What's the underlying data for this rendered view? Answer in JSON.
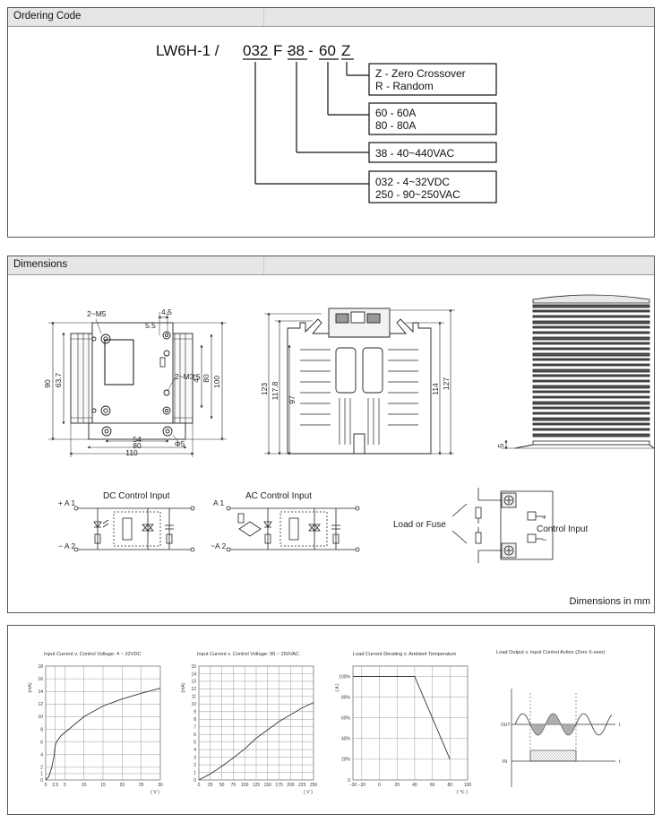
{
  "ordering": {
    "header": "Ordering Code",
    "code": {
      "prefix": "LW6H-1 /",
      "seg1": "032",
      "seg2": "F -",
      "seg3": "38",
      "dash2": "-",
      "seg4": "60",
      "seg5": "Z"
    },
    "boxes": [
      {
        "line1": "Z - Zero Crossover",
        "line2": "R - Random"
      },
      {
        "line1": "60 - 60A",
        "line2": "80 - 80A"
      },
      {
        "line1": "38 - 40~440VAC"
      },
      {
        "line1": "032 - 4~32VDC",
        "line2": "250 - 90~250VAC"
      }
    ]
  },
  "dimensions": {
    "header": "Dimensions",
    "footer": "Dimensions in mm",
    "front": {
      "screw1": "2~M5",
      "screw2": "2~M3.5",
      "w45": "4.5",
      "w55": "5.5",
      "h90": "90",
      "h637": "63.7",
      "h47": "47",
      "h80": "80",
      "h100": "100",
      "w54": "54",
      "w80": "80",
      "w110": "110",
      "d5": "Φ5"
    },
    "side": {
      "h123": "123",
      "h1178": "117.8",
      "h97": "97",
      "h114": "114",
      "h127": "127"
    },
    "end": {
      "h5": "5"
    },
    "dc_title": "DC Control Input",
    "ac_title": "AC Control Input",
    "a1": "+ A 1",
    "a2": "− A 2",
    "a1ac": "A 1",
    "a2ac": "~A 2",
    "load": "Load or Fuse",
    "control": "Control Input",
    "plus": "+",
    "minus": "−"
  },
  "chart_data": [
    {
      "type": "line",
      "title": "Input Current v. Control Voltage: 4 ~ 32VDC",
      "xlabel": "( V )",
      "ylabel": "(mA)",
      "xlim": [
        0,
        30
      ],
      "ylim": [
        0,
        18
      ],
      "xticks": [
        "0",
        "2.5",
        "5",
        "10",
        "15",
        "20",
        "25",
        "30"
      ],
      "yticks": [
        "0",
        "1",
        "2",
        "4",
        "6",
        "8",
        "10",
        "12",
        "14",
        "16",
        "18"
      ],
      "x": [
        0,
        0.8,
        1.6,
        2.2,
        2.5,
        3,
        4,
        6,
        10,
        15,
        20,
        25,
        30
      ],
      "y": [
        0,
        0.5,
        2.0,
        3.8,
        5.5,
        6.2,
        7.0,
        8.0,
        10.0,
        11.7,
        12.8,
        13.7,
        14.5
      ]
    },
    {
      "type": "line",
      "title": "Input Current v. Control Voltage: 90 ~ 250VAC",
      "xlabel": "( V )",
      "ylabel": "(mA)",
      "xlim": [
        0,
        250
      ],
      "ylim": [
        0,
        15
      ],
      "xticks": [
        "0",
        "25",
        "50",
        "75",
        "100",
        "125",
        "150",
        "175",
        "200",
        "225",
        "250"
      ],
      "yticks": [
        "0",
        "1",
        "2",
        "3",
        "4",
        "5",
        "6",
        "7",
        "8",
        "9",
        "10",
        "11",
        "12",
        "13",
        "14",
        "15"
      ],
      "x": [
        0,
        25,
        50,
        75,
        100,
        125,
        150,
        175,
        200,
        225,
        250
      ],
      "y": [
        0,
        0.8,
        1.8,
        2.9,
        4.1,
        5.5,
        6.6,
        7.7,
        8.6,
        9.5,
        10.2
      ]
    },
    {
      "type": "line",
      "title": "Load Current Derating v. Ambient Temperature",
      "xlabel": "( ℃ )",
      "ylabel": "( A )",
      "xlim": [
        -30,
        100
      ],
      "ylim": [
        0,
        110
      ],
      "xticks": [
        "−30",
        "−20",
        "0",
        "20",
        "40",
        "60",
        "80",
        "100"
      ],
      "yticks": [
        "0",
        "20%",
        "40%",
        "60%",
        "80%",
        "100%"
      ],
      "x": [
        -30,
        40,
        80
      ],
      "y": [
        100,
        100,
        20
      ]
    },
    {
      "type": "line",
      "title": "Load Output v. Input Control Action (Zero X-over)",
      "labels": {
        "out": "OUT",
        "in": "IN",
        "t1": "t",
        "t2": "t"
      }
    }
  ]
}
